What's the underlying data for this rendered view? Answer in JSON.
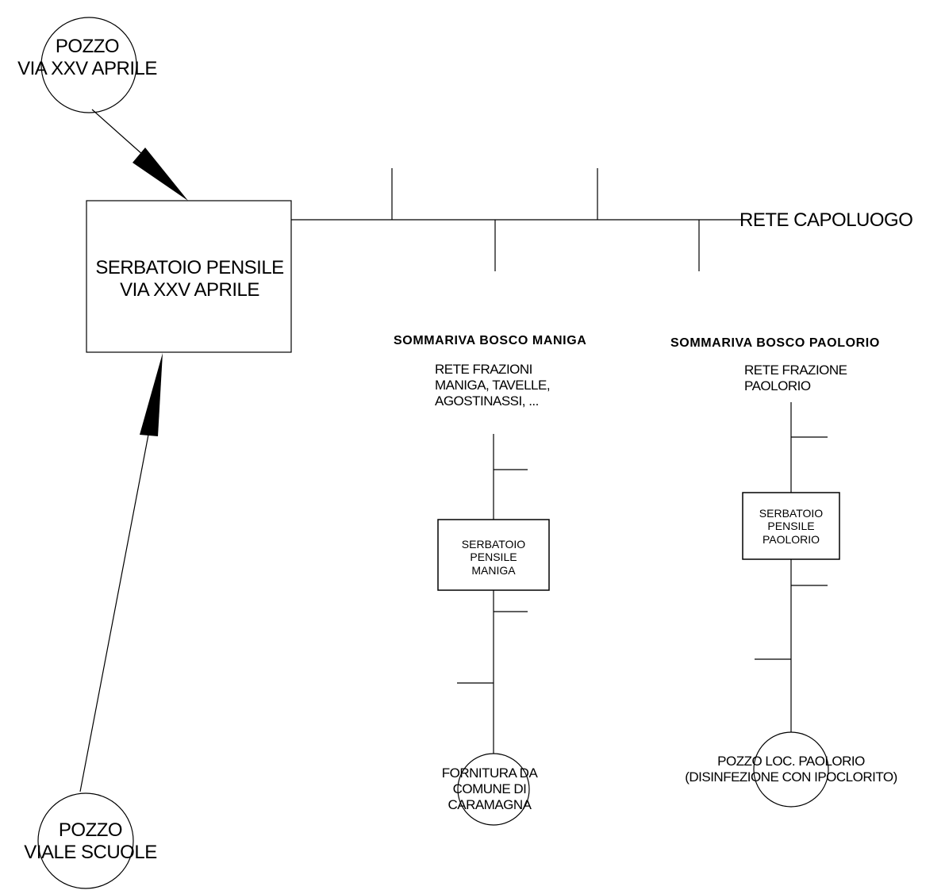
{
  "wells": {
    "via_xxv_aprile": "POZZO\nVIA XXV APRILE",
    "viale_scuole": "POZZO\nVIALE SCUOLE",
    "loc_paolorio": "POZZO LOC. PAOLORIO\n(DISINFEZIONE CON IPOCLORITO)",
    "fornitura_caramagna": "FORNITURA DA\nCOMUNE DI\nCARAMAGNA"
  },
  "tanks": {
    "main": "SERBATOIO PENSILE\nVIA XXV APRILE",
    "maniga": "SERBATOIO\nPENSILE\nMANIGA",
    "paolorio": "SERBATOIO\nPENSILE\nPAOLORIO"
  },
  "networks": {
    "capoluogo": "RETE CAPOLUOGO",
    "maniga_title": "SOMMARIVA BOSCO MANIGA",
    "maniga_desc": "RETE FRAZIONI\nMANIGA, TAVELLE,\nAGOSTINASSI, ...",
    "paolorio_title": "SOMMARIVA BOSCO PAOLORIO",
    "paolorio_desc": "RETE FRAZIONE\nPAOLORIO"
  }
}
